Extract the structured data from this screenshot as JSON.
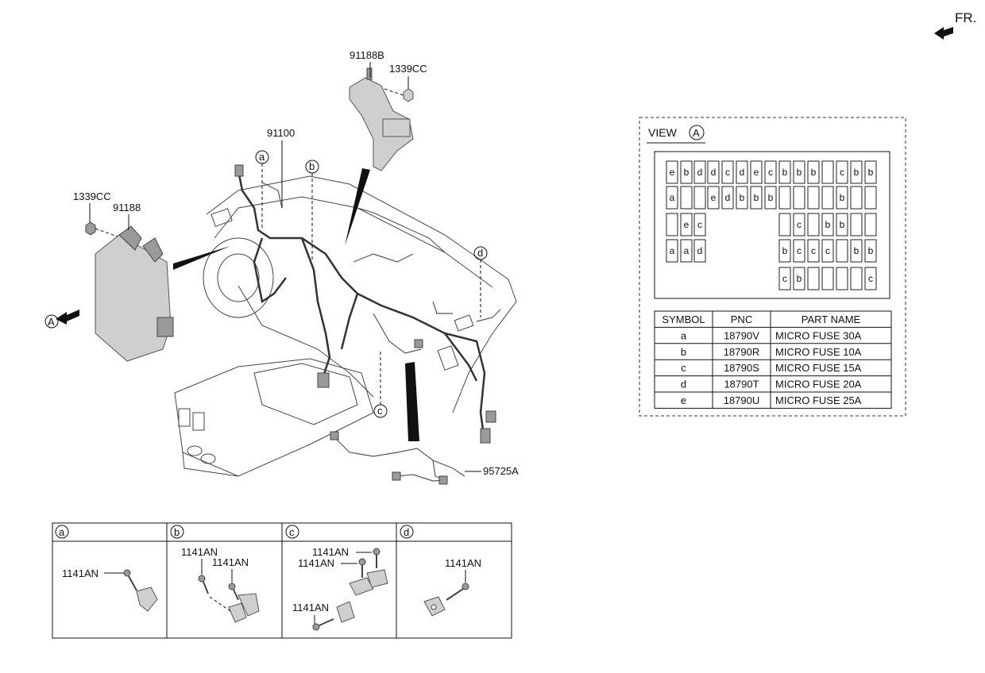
{
  "orientation": {
    "label": "FR."
  },
  "callouts": {
    "bracket_top": "91188B",
    "nut_top": "1339CC",
    "harness_main": "91100",
    "nut_left": "1339CC",
    "junction_box": "91188",
    "view_marker": "A",
    "detail_a": "a",
    "detail_b": "b",
    "detail_c": "c",
    "detail_d": "d",
    "harness_floor": "95725A"
  },
  "view_panel": {
    "title": "VIEW",
    "marker": "A",
    "fuse_rows": [
      [
        "e",
        "b",
        "d",
        "d",
        "c",
        "d",
        "e",
        "c",
        "b",
        "b",
        "b",
        "",
        "c",
        "b",
        "b"
      ],
      [
        "a",
        "",
        "",
        "e",
        "d",
        "b",
        "b",
        "b",
        "",
        "",
        "",
        "",
        "b",
        "",
        ""
      ],
      [
        "",
        "e",
        "c",
        "",
        "",
        "",
        "",
        "",
        "",
        "c",
        "",
        "b",
        "b",
        "",
        ""
      ],
      [
        "a",
        "a",
        "d",
        "",
        "",
        "",
        "",
        "",
        "b",
        "c",
        "c",
        "c",
        "",
        "b",
        "b"
      ],
      [
        "",
        "",
        "",
        "",
        "",
        "",
        "",
        "",
        "c",
        "b",
        "",
        "",
        "",
        "",
        "c"
      ]
    ],
    "legend_headers": [
      "SYMBOL",
      "PNC",
      "PART NAME"
    ],
    "legend_rows": [
      [
        "a",
        "18790V",
        "MICRO FUSE 30A"
      ],
      [
        "b",
        "18790R",
        "MICRO FUSE 10A"
      ],
      [
        "c",
        "18790S",
        "MICRO FUSE 15A"
      ],
      [
        "d",
        "18790T",
        "MICRO FUSE 20A"
      ],
      [
        "e",
        "18790U",
        "MICRO FUSE 25A"
      ]
    ]
  },
  "details": [
    {
      "key": "a",
      "labels": [
        "1141AN"
      ]
    },
    {
      "key": "b",
      "labels": [
        "1141AN",
        "1141AN"
      ]
    },
    {
      "key": "c",
      "labels": [
        "1141AN",
        "1141AN",
        "1141AN"
      ]
    },
    {
      "key": "d",
      "labels": [
        "1141AN"
      ]
    }
  ]
}
